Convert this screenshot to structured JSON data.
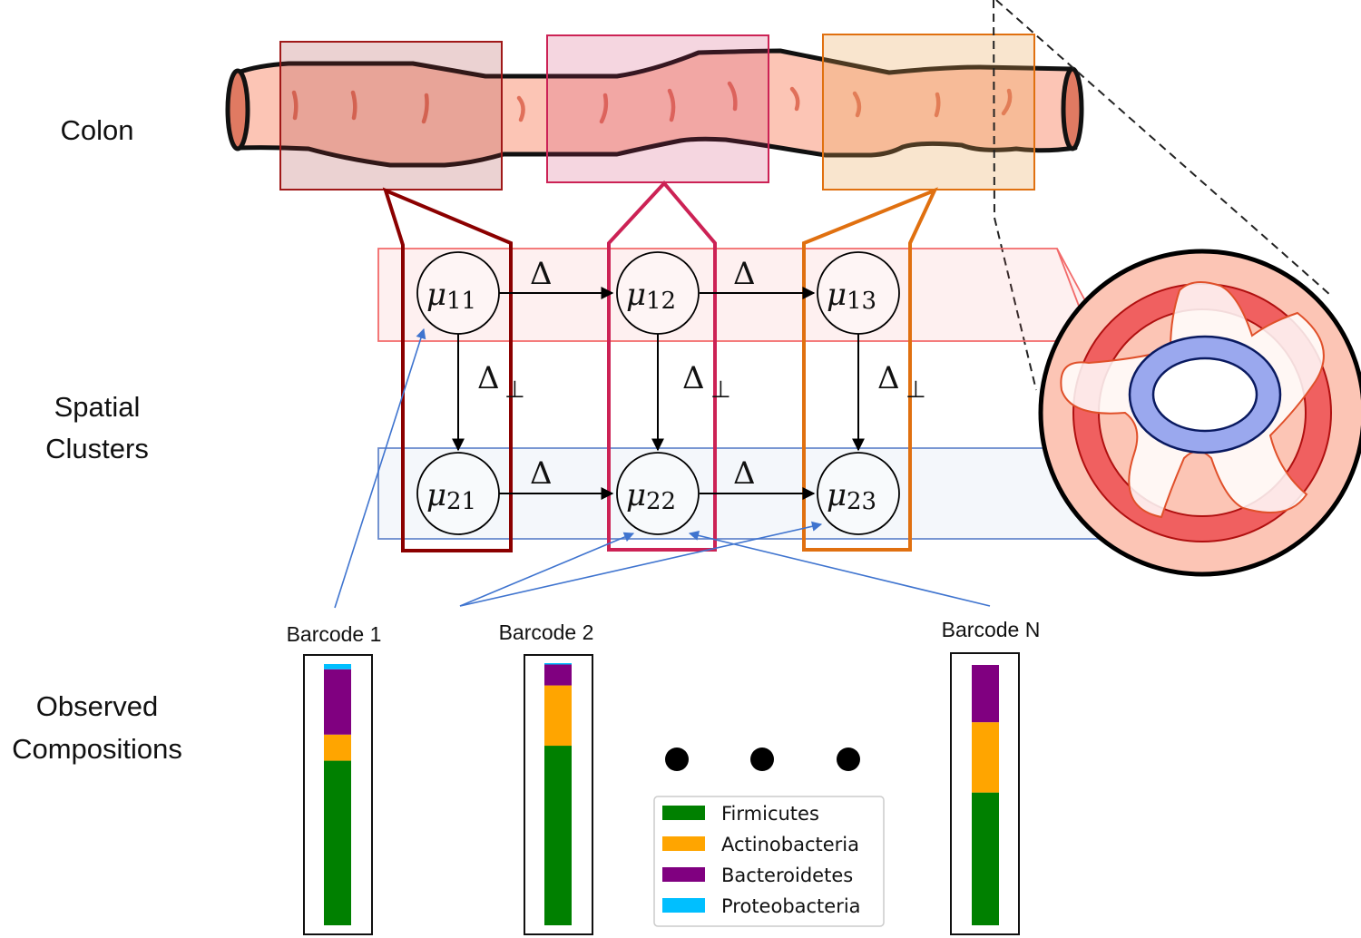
{
  "row_labels": {
    "colon": "Colon",
    "spatial_line1": "Spatial",
    "spatial_line2": "Clusters",
    "observed_line1": "Observed",
    "observed_line2": "Compositions"
  },
  "colors": {
    "tissue_light": "#fcc5b5",
    "tissue_dark_outline": "#111111",
    "fold_marks": "#e0705a",
    "cluster1": "#8b0000",
    "cluster2": "#cc2255",
    "cluster3": "#e07010",
    "band_top": "#f26a6a",
    "band_bottom": "#6688cc",
    "pointer": "#3f74cf"
  },
  "nodes": [
    {
      "mu": "μ",
      "sub": "11"
    },
    {
      "mu": "μ",
      "sub": "12"
    },
    {
      "mu": "μ",
      "sub": "13"
    },
    {
      "mu": "μ",
      "sub": "21"
    },
    {
      "mu": "μ",
      "sub": "22"
    },
    {
      "mu": "μ",
      "sub": "23"
    }
  ],
  "edges": {
    "horizontal_label": "Δ",
    "vertical_label": "Δ",
    "vertical_subscript": "⊥"
  },
  "ellipsis": "• • •",
  "chart_data": {
    "type": "bar",
    "stacked": true,
    "orientation": "vertical",
    "title": "",
    "xlabel": "",
    "ylabel": "",
    "ylim": [
      0,
      1
    ],
    "categories": [
      "Barcode 1",
      "Barcode 2",
      "Barcode N"
    ],
    "series": [
      {
        "name": "Firmicutes",
        "color": "#008000",
        "values": [
          0.63,
          0.685,
          0.51
        ]
      },
      {
        "name": "Actinobacteria",
        "color": "#ffa500",
        "values": [
          0.1,
          0.23,
          0.27
        ]
      },
      {
        "name": "Bacteroidetes",
        "color": "#800080",
        "values": [
          0.25,
          0.08,
          0.22
        ]
      },
      {
        "name": "Proteobacteria",
        "color": "#00bfff",
        "values": [
          0.02,
          0.005,
          0.0
        ]
      }
    ],
    "legend": {
      "position": "bottom-center",
      "entries": [
        "Firmicutes",
        "Actinobacteria",
        "Bacteroidetes",
        "Proteobacteria"
      ]
    },
    "grid": false
  }
}
